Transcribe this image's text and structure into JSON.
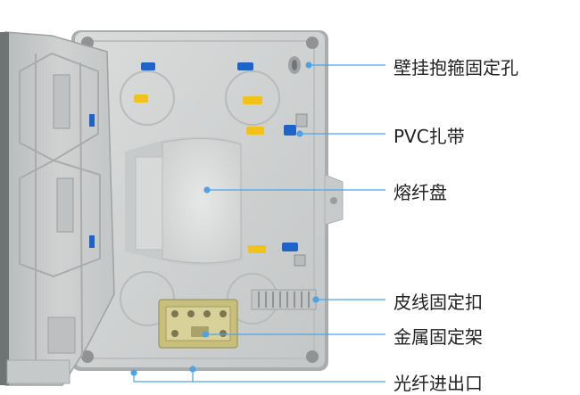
{
  "colors": {
    "background": "#ffffff",
    "enclosure": "#d3d5d5",
    "enclosure_shadow": "#a9adae",
    "door": "#c9cccc",
    "splice_tray": "#dcdede",
    "leader_line": "#4da3e6",
    "clamp_blue": "#1e63c8",
    "clamp_yellow": "#f1c31a",
    "bracket_metal": "#c8c07a",
    "label_text": "#222222"
  },
  "callouts": [
    {
      "id": "wall-hoop-hole",
      "label": "壁挂抱箍固定孔"
    },
    {
      "id": "pvc-cable-tie",
      "label": "PVC扎带"
    },
    {
      "id": "splice-tray",
      "label": "熔纤盘"
    },
    {
      "id": "drop-cable-clip",
      "label": "皮线固定扣"
    },
    {
      "id": "metal-bracket",
      "label": "金属固定架"
    },
    {
      "id": "fiber-entry",
      "label": "光纤进出口"
    }
  ]
}
